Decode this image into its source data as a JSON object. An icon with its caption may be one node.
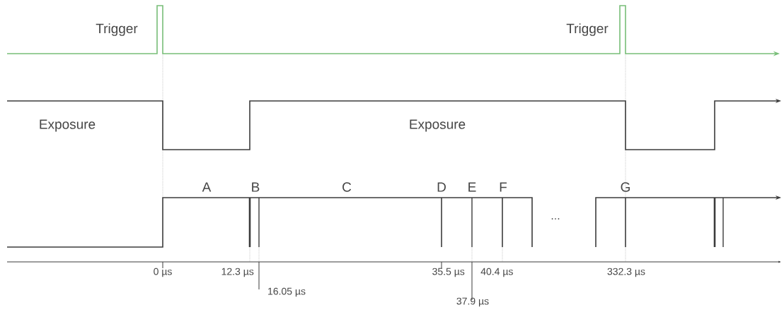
{
  "diagram": {
    "labels": [
      "Trigger",
      "Trigger",
      "Exposure",
      "Exposure",
      "A",
      "B",
      "C",
      "D",
      "E",
      "F",
      "...",
      "G",
      "0 µs",
      "12.3 µs",
      "16.05 µs",
      "35.5 µs",
      "37.9 µs",
      "40.4 µs",
      "332.3 µs"
    ]
  }
}
